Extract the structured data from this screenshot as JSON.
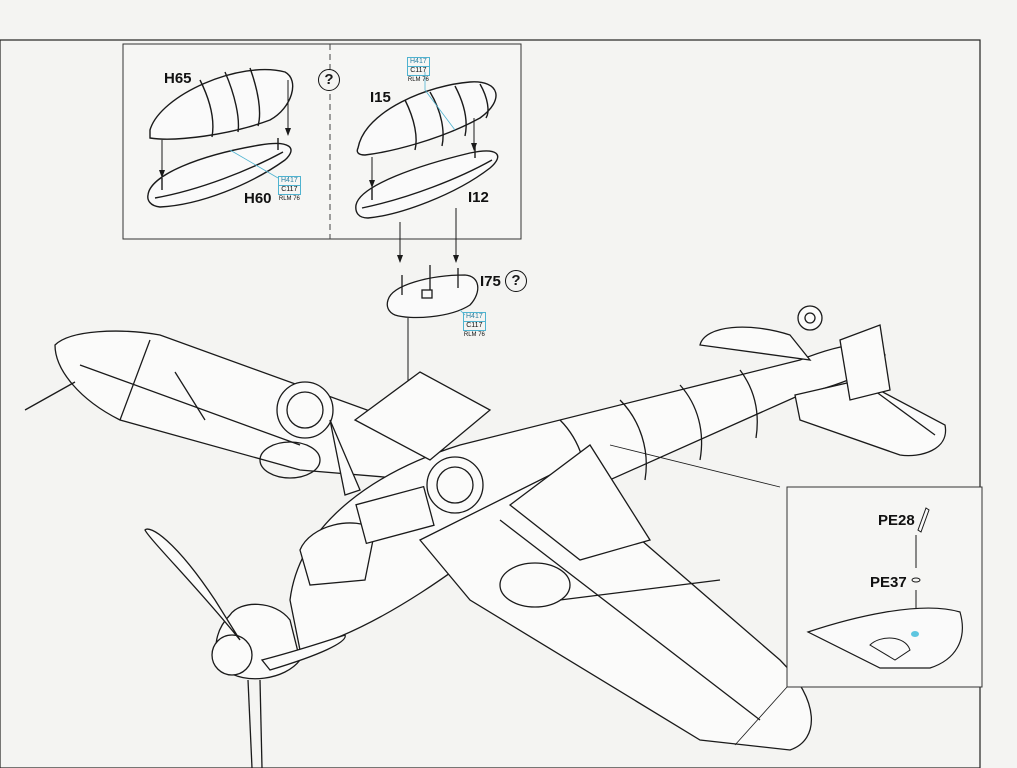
{
  "parts": {
    "h65": "H65",
    "h60": "H60",
    "i15": "I15",
    "i12": "I12",
    "i75": "I75",
    "pe28": "PE28",
    "pe37": "PE37"
  },
  "uncertain_symbol": "?",
  "paint_callout": {
    "code_a": "H417",
    "code_b": "C117",
    "rlm": "RLM 76"
  },
  "colors": {
    "line": "#1a1a1a",
    "callout": "#4fb3d0",
    "highlight": "#5ec6e0",
    "paper": "#f4f4f2"
  }
}
